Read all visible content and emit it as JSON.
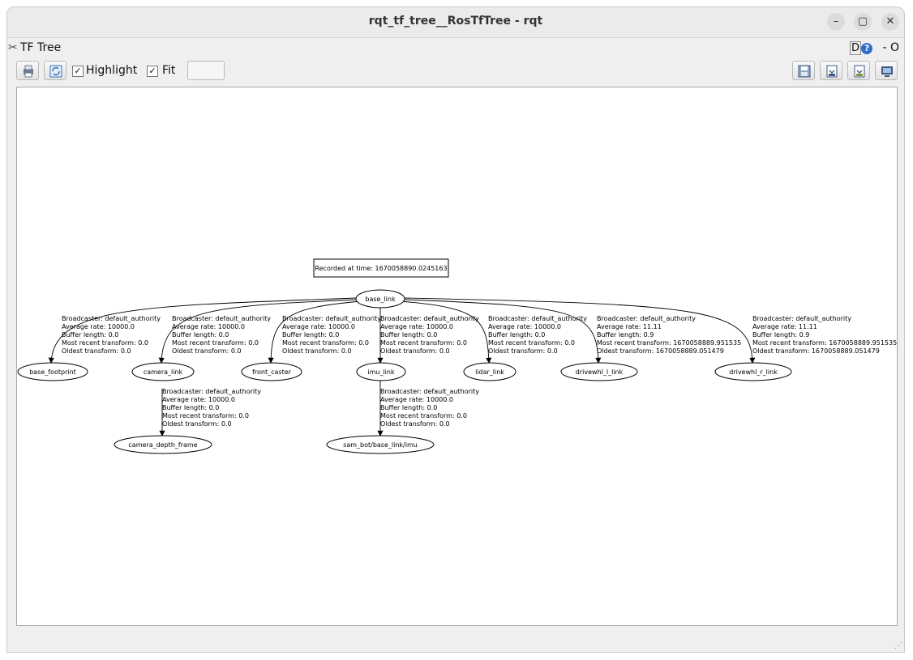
{
  "window": {
    "title": "rqt_tf_tree__RosTfTree - rqt",
    "minimize_glyph": "–",
    "maximize_glyph": "▢",
    "close_glyph": "✕"
  },
  "plugin": {
    "title": "TF Tree",
    "right_d_label": "D",
    "right_help_glyph": "?",
    "right_text": "- O"
  },
  "toolbar": {
    "highlight_label": "Highlight",
    "highlight_checked": true,
    "fit_label": "Fit",
    "fit_checked": true,
    "check_glyph": "✓"
  },
  "tree": {
    "recorded": "Recorded at time: 1670058890.0245163",
    "root": "base_link",
    "nodes": {
      "base_footprint": "base_footprint",
      "camera_link": "camera_link",
      "front_caster": "front_caster",
      "imu_link": "imu_link",
      "lidar_link": "lidar_link",
      "drivewhl_l_link": "drivewhl_l_link",
      "drivewhl_r_link": "drivewhl_r_link",
      "camera_depth_frame": "camera_depth_frame",
      "sam_bot_imu": "sam_bot/base_link/imu"
    },
    "edges": {
      "base_footprint": [
        "Broadcaster: default_authority",
        "Average rate: 10000.0",
        "Buffer length: 0.0",
        "Most recent transform: 0.0",
        "Oldest transform: 0.0"
      ],
      "camera_link": [
        "Broadcaster: default_authority",
        "Average rate: 10000.0",
        "Buffer length: 0.0",
        "Most recent transform: 0.0",
        "Oldest transform: 0.0"
      ],
      "front_caster": [
        "Broadcaster: default_authority",
        "Average rate: 10000.0",
        "Buffer length: 0.0",
        "Most recent transform: 0.0",
        "Oldest transform: 0.0"
      ],
      "imu_link": [
        "Broadcaster: default_authority",
        "Average rate: 10000.0",
        "Buffer length: 0.0",
        "Most recent transform: 0.0",
        "Oldest transform: 0.0"
      ],
      "lidar_link": [
        "Broadcaster: default_authority",
        "Average rate: 10000.0",
        "Buffer length: 0.0",
        "Most recent transform: 0.0",
        "Oldest transform: 0.0"
      ],
      "drivewhl_l_link": [
        "Broadcaster: default_authority",
        "Average rate: 11.11",
        "Buffer length: 0.9",
        "Most recent transform: 1670058889.951535",
        "Oldest transform: 1670058889.051479"
      ],
      "drivewhl_r_link": [
        "Broadcaster: default_authority",
        "Average rate: 11.11",
        "Buffer length: 0.9",
        "Most recent transform: 1670058889.951535",
        "Oldest transform: 1670058889.051479"
      ],
      "camera_depth_frame": [
        "Broadcaster: default_authority",
        "Average rate: 10000.0",
        "Buffer length: 0.0",
        "Most recent transform: 0.0",
        "Oldest transform: 0.0"
      ],
      "sam_bot_imu": [
        "Broadcaster: default_authority",
        "Average rate: 10000.0",
        "Buffer length: 0.0",
        "Most recent transform: 0.0",
        "Oldest transform: 0.0"
      ]
    }
  }
}
